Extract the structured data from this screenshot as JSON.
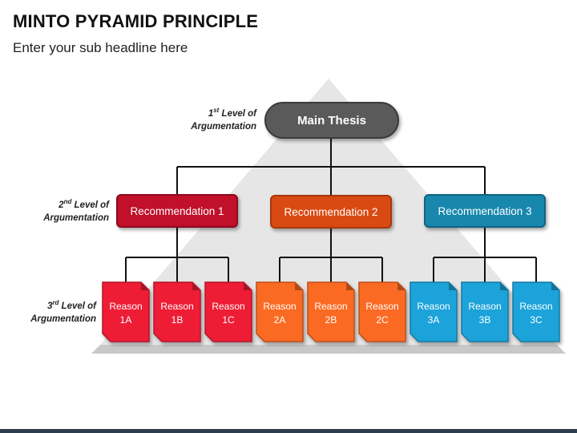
{
  "title": "MINTO PYRAMID PRINCIPLE",
  "subtitle": "Enter your sub headline here",
  "levels": [
    {
      "ordinal": "1",
      "suffix": "st",
      "line1": " Level of",
      "line2": "Argumentation"
    },
    {
      "ordinal": "2",
      "suffix": "nd",
      "line1": " Level of",
      "line2": "Argumentation"
    },
    {
      "ordinal": "3",
      "suffix": "rd",
      "line1": " Level of",
      "line2": "Argumentation"
    }
  ],
  "thesis": "Main Thesis",
  "recommendations": [
    {
      "label": "Recommendation 1",
      "color": "#c0102a"
    },
    {
      "label": "Recommendation 2",
      "color": "#d94a12"
    },
    {
      "label": "Recommendation 3",
      "color": "#1787ad"
    }
  ],
  "reasons": [
    {
      "line1": "Reason",
      "line2": "1A",
      "color": "#ee1e36"
    },
    {
      "line1": "Reason",
      "line2": "1B",
      "color": "#ee1e36"
    },
    {
      "line1": "Reason",
      "line2": "1C",
      "color": "#ee1e36"
    },
    {
      "line1": "Reason",
      "line2": "2A",
      "color": "#fb6a22"
    },
    {
      "line1": "Reason",
      "line2": "2B",
      "color": "#fb6a22"
    },
    {
      "line1": "Reason",
      "line2": "2C",
      "color": "#fb6a22"
    },
    {
      "line1": "Reason",
      "line2": "3A",
      "color": "#1aa3d9"
    },
    {
      "line1": "Reason",
      "line2": "3B",
      "color": "#1aa3d9"
    },
    {
      "line1": "Reason",
      "line2": "3C",
      "color": "#1aa3d9"
    }
  ],
  "colors": {
    "pyramid": "#e2e2e2",
    "connector": "#111111",
    "thesis": "#5a5a5a"
  }
}
